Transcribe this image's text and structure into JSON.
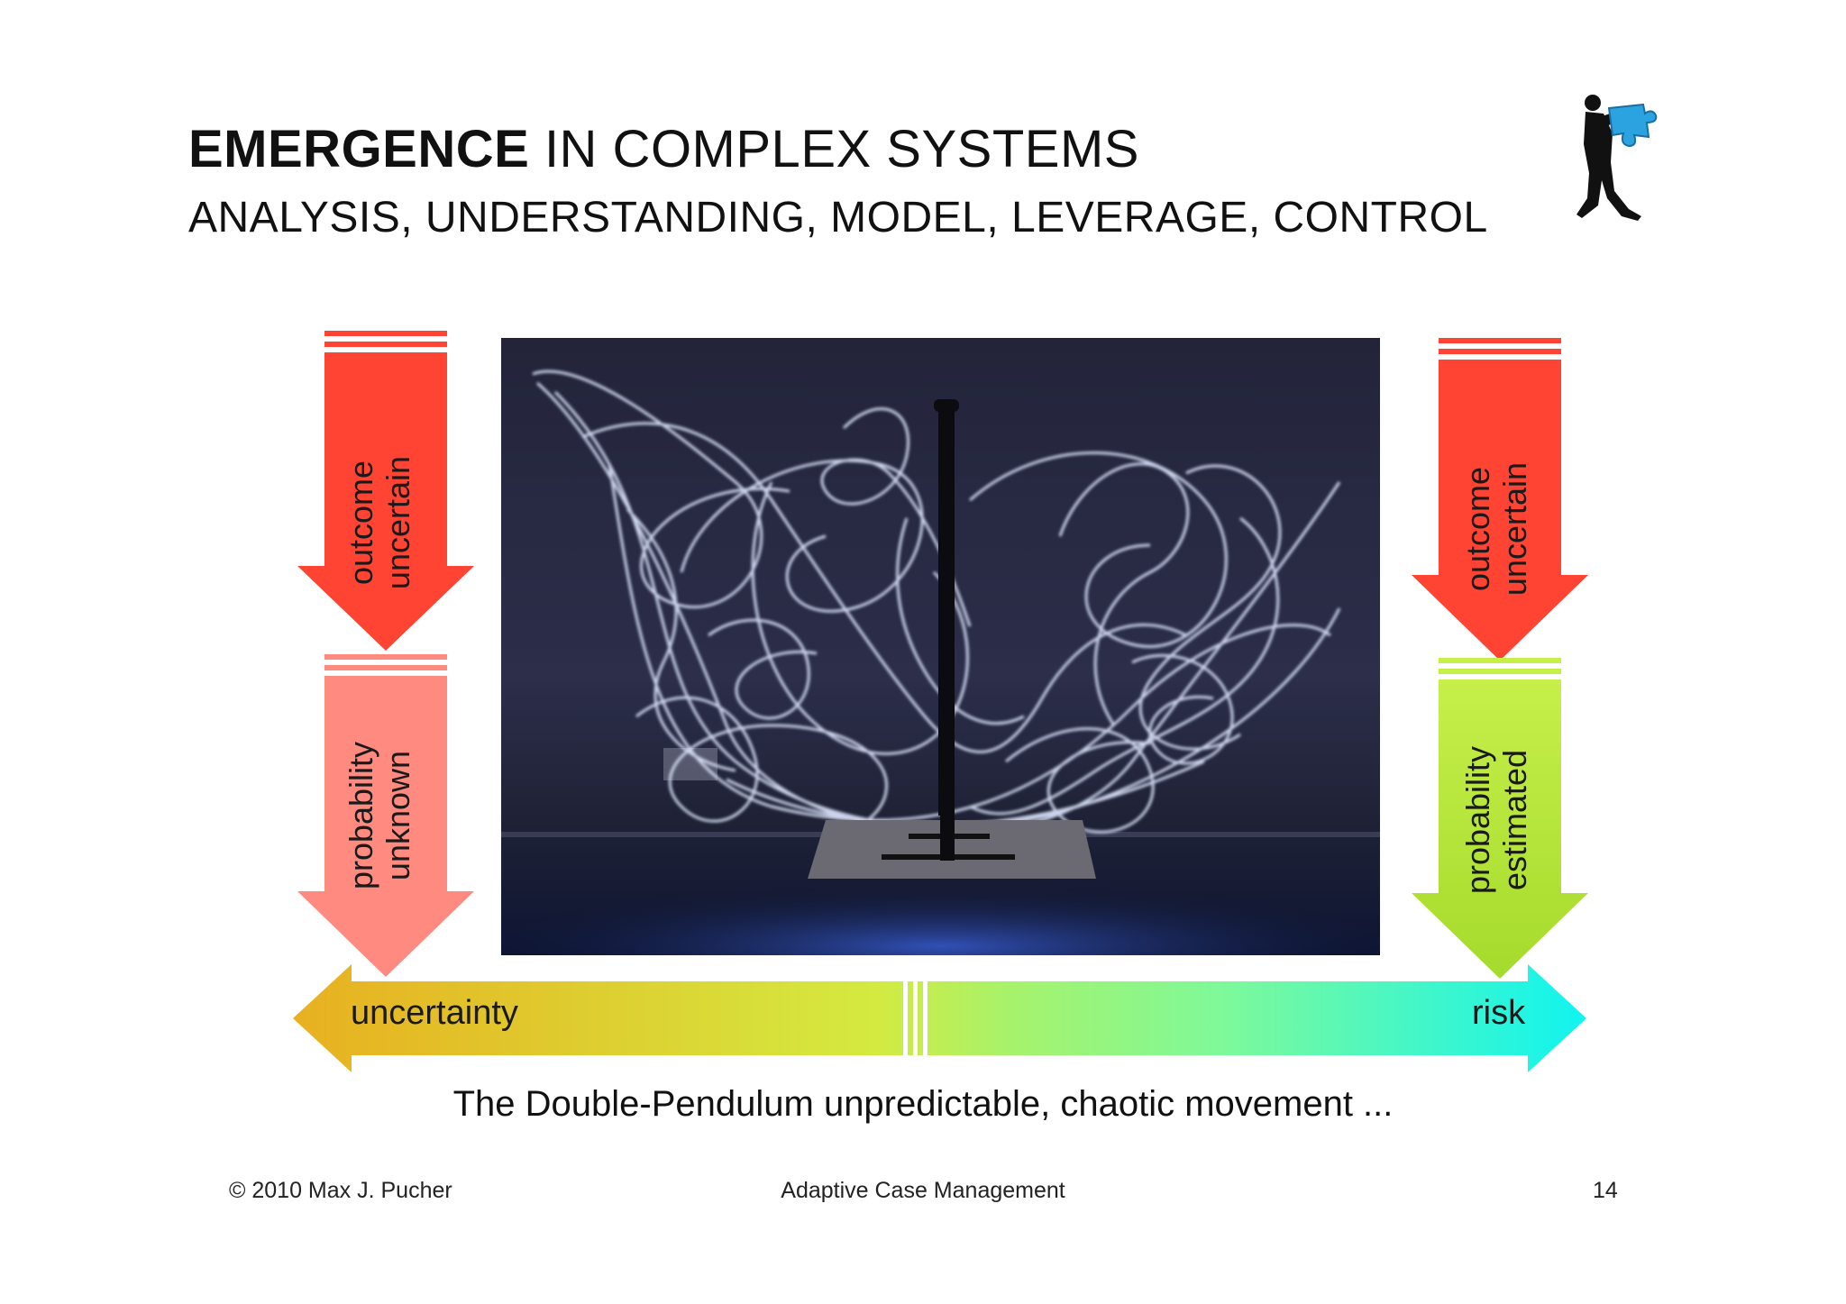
{
  "slide": {
    "title_bold": "EMERGENCE",
    "title_rest": " IN COMPLEX SYSTEMS",
    "subtitle": "ANALYSIS, UNDERSTANDING, MODEL, LEVERAGE, CONTROL"
  },
  "left_column": {
    "top_arrow": {
      "line1": "outcome",
      "line2": "uncertain",
      "color": "#ff4433"
    },
    "bottom_arrow": {
      "line1": "probability",
      "line2": "unknown",
      "color": "#ff8a80"
    }
  },
  "right_column": {
    "top_arrow": {
      "line1": "outcome",
      "line2": "uncertain",
      "color": "#ff4433"
    },
    "bottom_arrow": {
      "line1": "probability",
      "line2": "estimated",
      "color": "#b6e83a"
    }
  },
  "spectrum": {
    "left_label": "uncertainty",
    "right_label": "risk",
    "colors": [
      "#e8b020",
      "#d4ea40",
      "#7ef99a",
      "#10f4f0"
    ]
  },
  "caption": "The Double-Pendulum unpredictable, chaotic movement ...",
  "footer": {
    "copyright": "© 2010 Max J. Pucher",
    "center": "Adaptive Case Management",
    "page_number": "14"
  },
  "logo": {
    "icon": "person-carrying-puzzle-piece-icon",
    "accent": "#2aa3e0"
  }
}
